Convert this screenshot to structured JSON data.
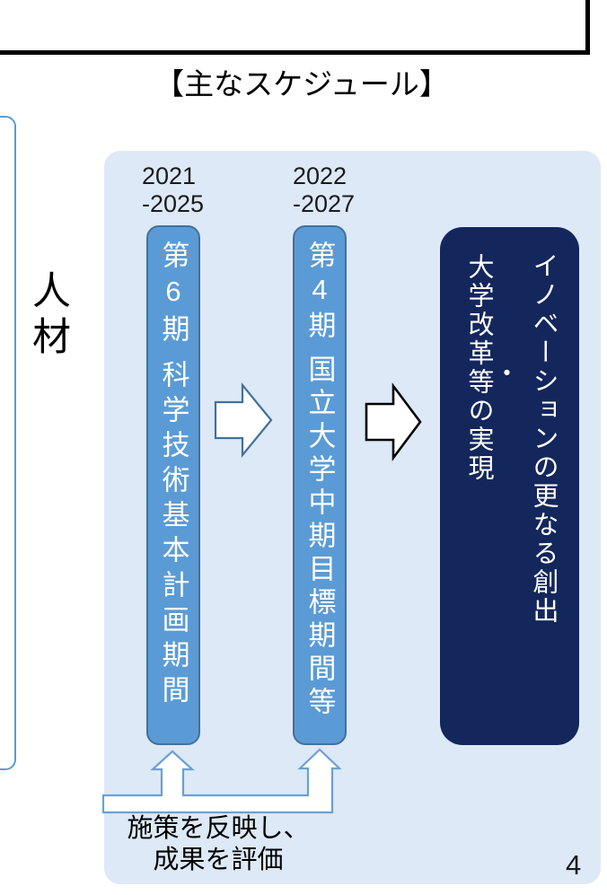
{
  "header": {
    "title": "【主なスケジュール】"
  },
  "left_area": {
    "label": "人\n材"
  },
  "schedule": {
    "items": [
      {
        "years": "2021\n-2025",
        "term": "第6期",
        "name": "科学技術基本計画期間"
      },
      {
        "years": "2022\n-2027",
        "term": "第4期",
        "name": "国立大学中期目標期間等"
      }
    ],
    "goal": {
      "line1": "イノベーションの更なる創出",
      "separator": "・",
      "line2": "大学改革等の実現"
    },
    "feedback_note": "施策を反映し、\n成果を評価"
  },
  "page_number": "4",
  "colors": {
    "panel_bg": "#dde9f6",
    "bar_fill": "#5b9bd5",
    "bar_border": "#41719c",
    "goal_bg": "#14275c",
    "arrow_outline_blue": "#41719c",
    "arrow_outline_black": "#000000",
    "bracket_outline": "#6ca0d2",
    "frame_black": "#000000",
    "frame_blue": "#5b9bd5"
  }
}
